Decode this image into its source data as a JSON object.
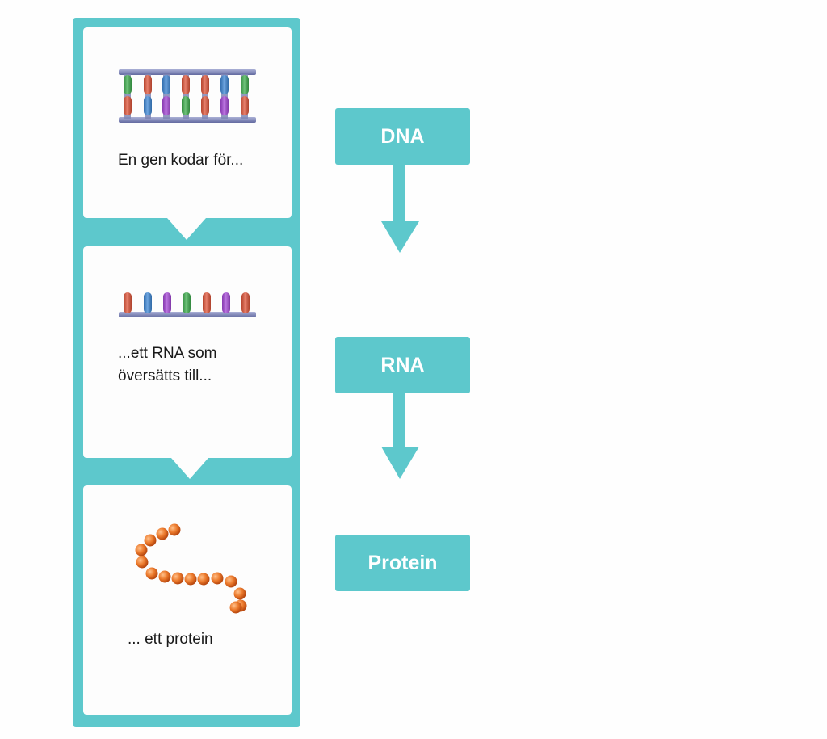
{
  "colors": {
    "frame": "#5dc8cc",
    "panel": "#fdfdfd",
    "backbone": "#7f86b4",
    "nucleotide_red": "#e0553a",
    "nucleotide_blue": "#3f88d6",
    "nucleotide_green": "#3fae4e",
    "nucleotide_purple": "#a648d8",
    "amino_acid": "#e8762a"
  },
  "steps": [
    {
      "id": "gene",
      "panel_text": "En gen kodar för...",
      "illustration": "dna-double-strand-icon",
      "strand_top": [
        "green",
        "red",
        "blue",
        "red",
        "red",
        "blue",
        "green"
      ],
      "strand_bottom": [
        "red",
        "blue",
        "purple",
        "green",
        "red",
        "purple",
        "red"
      ]
    },
    {
      "id": "rna",
      "panel_text": "...ett RNA som\növersätts till...",
      "illustration": "rna-single-strand-icon",
      "strand": [
        "red",
        "blue",
        "purple",
        "green",
        "red",
        "purple",
        "red"
      ]
    },
    {
      "id": "protein",
      "panel_text": "... ett protein",
      "illustration": "protein-chain-icon",
      "bead_count": 15
    }
  ],
  "flow": {
    "labels": [
      "DNA",
      "RNA",
      "Protein"
    ],
    "arrow_icon": "arrow-down-icon"
  }
}
